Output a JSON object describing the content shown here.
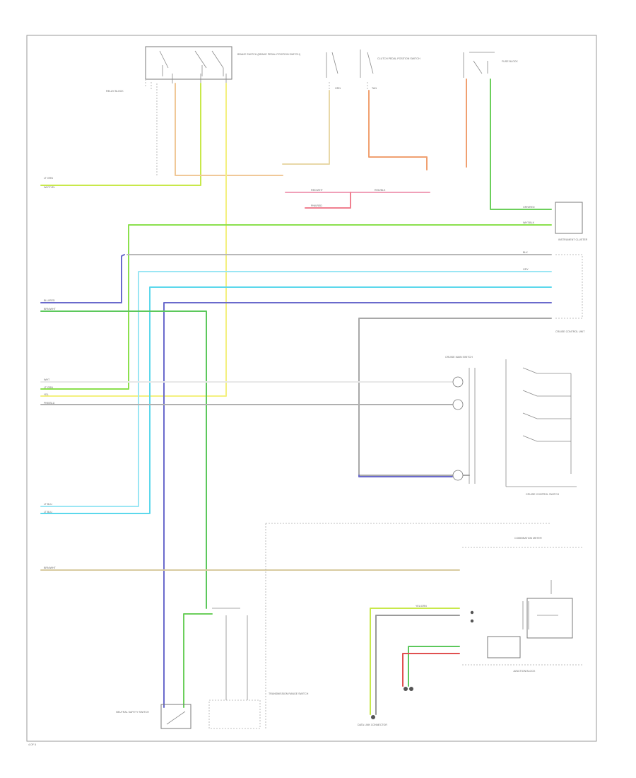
{
  "diagram": {
    "colors": {
      "light_green": "#8be04e",
      "green": "#5cc85c",
      "yellow": "#f4f080",
      "yellow_green": "#c8e84a",
      "tan": "#e8d8a8",
      "orange": "#f0b070",
      "pink": "#f090a0",
      "red": "#e05050",
      "blue": "#6666cc",
      "light_blue": "#80e0f0",
      "gray": "#a8a8a8",
      "brown": "#c8b890"
    },
    "components": {
      "brake_switch": "BRAKE SWITCH (BRAKE PEDAL POSITION SWITCH)",
      "clutch_pedal_position_switch": "CLUTCH PEDAL POSITION SWITCH",
      "relay_block": "RELAY BLOCK",
      "fuse_block": "FUSE BLOCK",
      "junction_block": "JUNCTION BLOCK",
      "cruise_control_switch": "CRUISE CONTROL SWITCH",
      "cruise_main_switch": "CRUISE MAIN SWITCH",
      "instrument_cluster": "INSTRUMENT CLUSTER",
      "combination_meter": "COMBINATION METER",
      "neutral_switch": "NEUTRAL SAFETY SWITCH",
      "transmission_range_switch": "TRANSMISSION RANGE SWITCH",
      "cruise_control_unit": "CRUISE CONTROL UNIT",
      "data_link_connector": "DATA LINK CONNECTOR"
    },
    "wire_labels": {
      "lt_grn_l": "LT GRN",
      "wht_yel": "WHT/YEL",
      "blu_red": "BLU/RED",
      "brn_wht": "BRN/WHT",
      "lt_blu": "LT BLU",
      "wht": "WHT",
      "lt_grn": "LT GRN",
      "yel": "YEL",
      "pnk_blu": "PNK/BLU",
      "lt_blu_2": "LT BLU",
      "brn_wht_2": "BRN/WHT",
      "red_wht": "RED/WHT",
      "red_blk": "RED/BLK",
      "pnk_red": "PNK/RED",
      "grn_red": "GRN/RED",
      "wht_blk": "WHT/BLK",
      "blk": "BLK",
      "gry": "GRY",
      "orn": "ORN",
      "tan": "TAN",
      "yel_grn": "YEL/GRN"
    },
    "page_ref": "4 OF 5"
  }
}
